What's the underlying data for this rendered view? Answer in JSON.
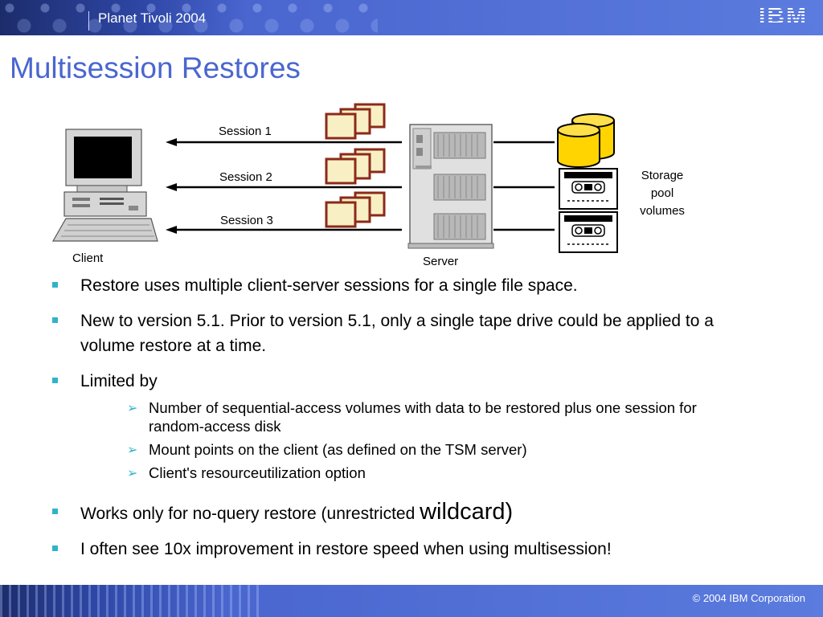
{
  "header": {
    "title": "Planet Tivoli 2004",
    "logo_text": "IBM"
  },
  "slide": {
    "title": "Multisession Restores"
  },
  "diagram": {
    "client_label": "Client",
    "server_label": "Server",
    "storage_label_lines": [
      "Storage",
      "pool",
      "volumes"
    ],
    "sessions": [
      "Session 1",
      "Session 2",
      "Session 3"
    ]
  },
  "bullets": [
    {
      "text": "Restore uses multiple client-server sessions for a single file space."
    },
    {
      "text": "New to version 5.1. Prior to version 5.1, only a single tape drive could be applied to a volume restore at a time."
    },
    {
      "text": "Limited by",
      "sub": [
        "Number of sequential-access volumes with data to be restored plus one session for random-access disk",
        "Mount points on the client (as defined on the TSM server)",
        "Client's resourceutilization option"
      ]
    },
    {
      "text": "Works only for no-query restore (unrestricted ",
      "text_large": "wildcard)"
    },
    {
      "text": "I often see 10x improvement in restore speed when using multisession!"
    }
  ],
  "footer": {
    "copyright": "© 2004 IBM Corporation"
  },
  "colors": {
    "accent_blue": "#4a66cf",
    "bullet_teal": "#2fb3c9",
    "folder_fill": "#f8f0c4",
    "folder_stroke": "#8b2a1a",
    "disk_yellow": "#ffd400"
  }
}
